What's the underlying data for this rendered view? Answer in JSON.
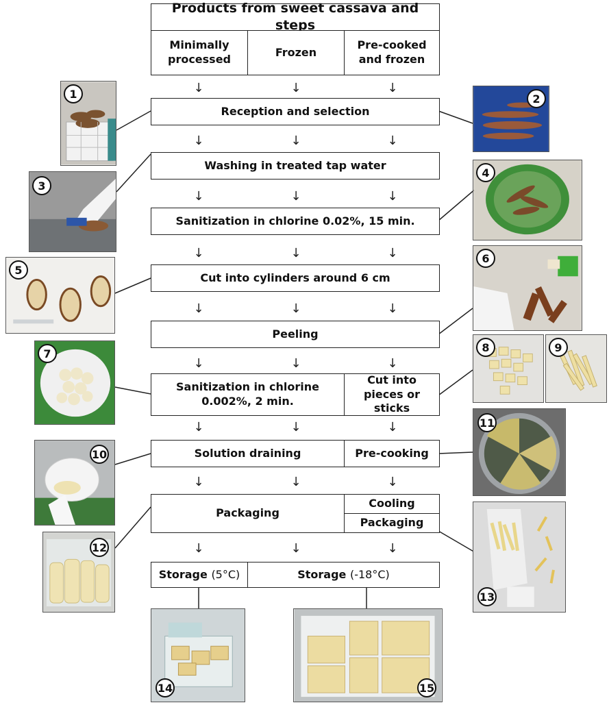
{
  "header": {
    "title": "Products from sweet cassava and steps",
    "columns": [
      "Minimally processed",
      "Frozen",
      "Pre-cooked and frozen"
    ]
  },
  "arrow_glyph": "↓",
  "steps": {
    "reception": "Reception and selection",
    "washing": "Washing in treated tap water",
    "sanitization_1": "Sanitization in chlorine 0.02%, 15 min.",
    "cut_cylinders": "Cut into cylinders around 6 cm",
    "peeling": "Peeling",
    "sanitization_2": "Sanitization in chlorine 0.002%, 2 min.",
    "cut_pieces": "Cut into pieces or sticks",
    "draining": "Solution draining",
    "precooking": "Pre-cooking",
    "packaging": "Packaging",
    "cooling": "Cooling",
    "packaging_2": "Packaging",
    "storage_cold_label": "Storage",
    "storage_cold_temp": "(5°C)",
    "storage_frozen_label": "Storage",
    "storage_frozen_temp": "(-18°C)"
  },
  "photos": {
    "p1": "1",
    "p2": "2",
    "p3": "3",
    "p4": "4",
    "p5": "5",
    "p6": "6",
    "p7": "7",
    "p8": "8",
    "p9": "9",
    "p10": "10",
    "p11": "11",
    "p12": "12",
    "p13": "13",
    "p14": "14",
    "p15": "15"
  }
}
